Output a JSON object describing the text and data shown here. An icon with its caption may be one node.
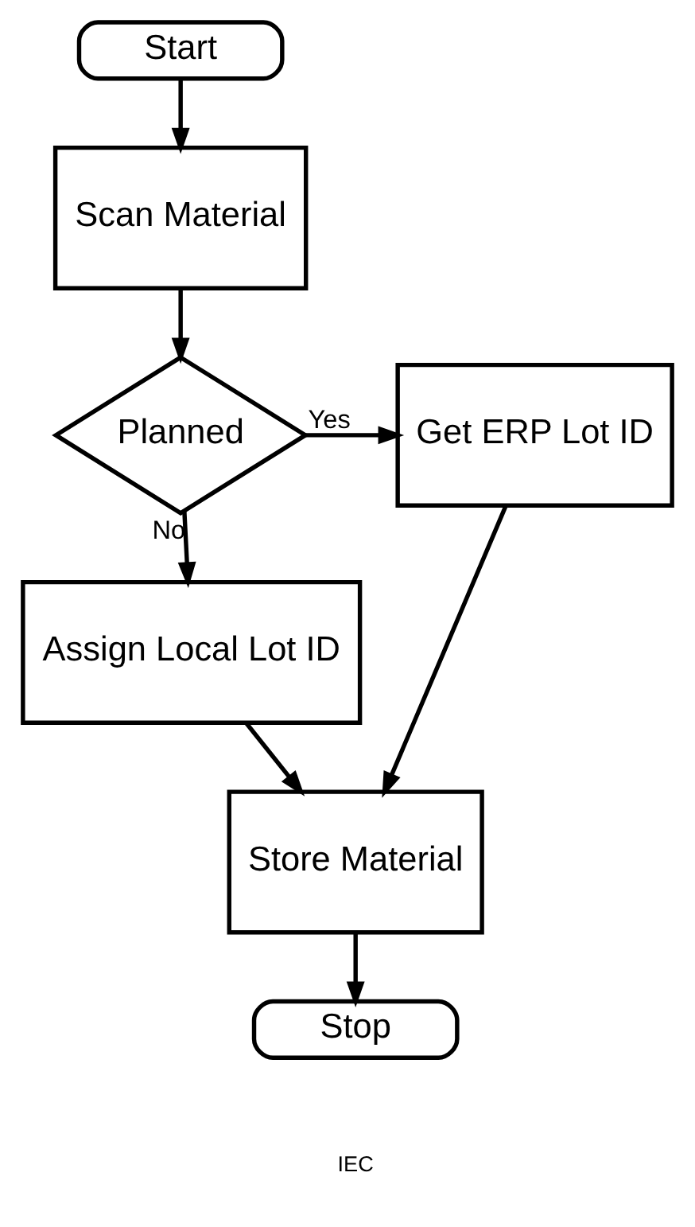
{
  "diagram": {
    "nodes": [
      {
        "text": [
          "Start"
        ]
      },
      {
        "text": [
          "Scan Material"
        ]
      },
      {
        "text": [
          "Planned"
        ]
      },
      {
        "text": [
          "Get ERP Lot ID"
        ]
      },
      {
        "text": [
          "Assign Local Lot ID"
        ]
      },
      {
        "text": [
          "Store Material"
        ]
      },
      {
        "text": [
          "Stop"
        ]
      }
    ],
    "edges": [
      {
        "from": 0,
        "to": 1,
        "arrow": "to"
      },
      {
        "from": 1,
        "to": 2,
        "arrow": "to"
      },
      {
        "from": 2,
        "to": 3,
        "arrow": "to",
        "label": "Yes"
      },
      {
        "from": 2,
        "to": 4,
        "arrow": "to",
        "label": "No"
      },
      {
        "from": 4,
        "to": 5,
        "arrow": "to"
      },
      {
        "from": 3,
        "to": 5,
        "arrow": "to"
      },
      {
        "from": 5,
        "to": 6,
        "arrow": "to"
      }
    ],
    "labels": [
      "IEC"
    ]
  }
}
